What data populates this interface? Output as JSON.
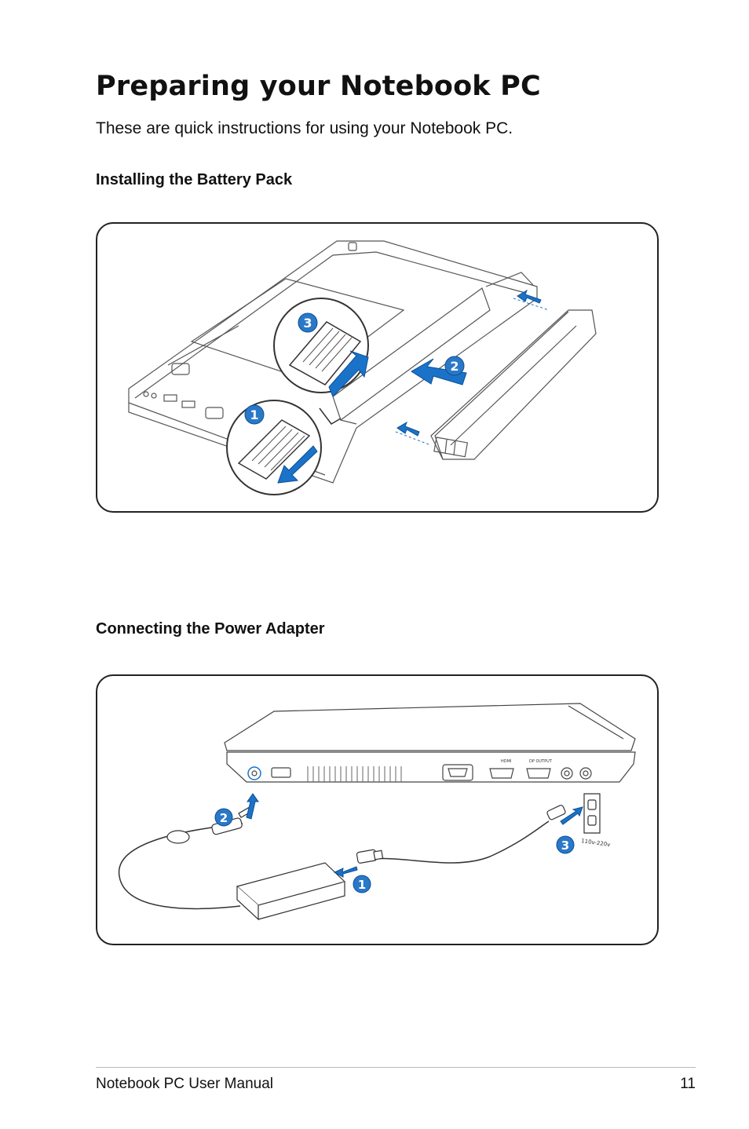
{
  "page": {
    "title": "Preparing your Notebook PC",
    "intro": "These are quick instructions for using your Notebook PC."
  },
  "sections": {
    "battery": {
      "heading": "Installing the Battery Pack",
      "steps": [
        "1",
        "2",
        "3"
      ]
    },
    "power": {
      "heading": "Connecting the Power Adapter",
      "steps": [
        "1",
        "2",
        "3"
      ],
      "port_labels": [
        "HDMI",
        "DP OUTPUT"
      ],
      "voltage_label": "110v-220v"
    }
  },
  "footer": {
    "manual_name": "Notebook PC User Manual",
    "page_number": "11"
  },
  "colors": {
    "accent_blue": "#1a73c8",
    "badge_blue": "#2a78c8",
    "line_art": "#444444"
  }
}
